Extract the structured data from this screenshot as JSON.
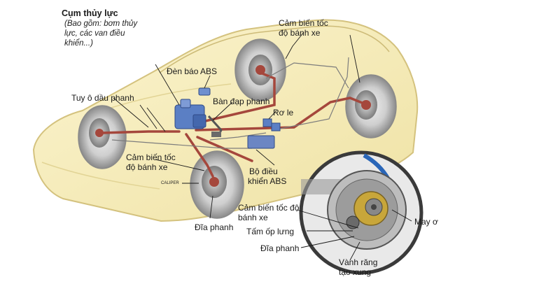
{
  "labels": {
    "hydraulic_unit_title": "Cụm thủy lực",
    "hydraulic_unit_note_1": "(Bao gồm: bơm thủy",
    "hydraulic_unit_note_2": "lực, các van điều",
    "hydraulic_unit_note_3": "khiển...)",
    "abs_light": "Đèn báo ABS",
    "brake_pedal": "Bàn đạp phanh",
    "brake_oil_pipe": "Tuy ô dầu phanh",
    "relay": "Rơ le",
    "wheel_speed_sensor_top_1": "Cảm biến tốc",
    "wheel_speed_sensor_top_2": "độ bánh xe",
    "wheel_speed_sensor_left_1": "Cảm biến tốc",
    "wheel_speed_sensor_left_2": "độ bánh xe",
    "abs_controller_1": "Bộ điều",
    "abs_controller_2": "khiển ABS",
    "caliper": "CALIPER",
    "brake_disc_front": "Đĩa phanh",
    "wheel_speed_sensor_detail_1": "Cảm biến tốc độ",
    "wheel_speed_sensor_detail_2": "bánh xe",
    "back_plate": "Tấm ốp lưng",
    "brake_disc_detail": "Đĩa phanh",
    "tone_ring_1": "Vành răng",
    "tone_ring_2": "tạo xung",
    "hub": "May ơ"
  },
  "colors": {
    "car_body": "#f7eec0",
    "car_outline": "#d9c988",
    "brake_line": "#a5473c",
    "tire": "#d4d4d4",
    "tire_dark": "#9a9a9a",
    "hydraulic_unit": "#5b7fc4",
    "detail_circle": "#3a3a3a",
    "label_text": "#1a1a1a"
  }
}
